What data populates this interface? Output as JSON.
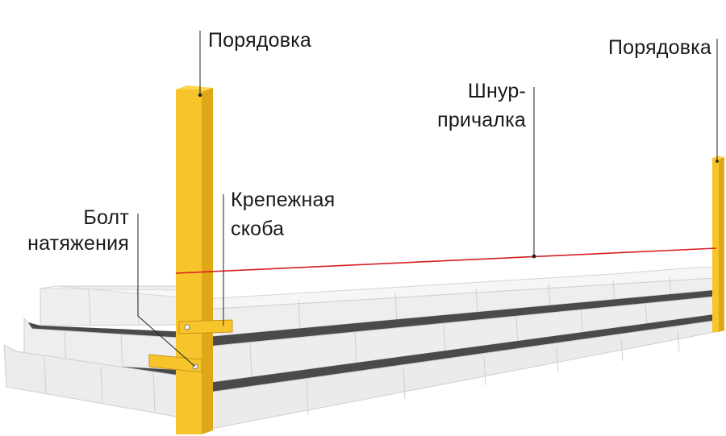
{
  "labels": {
    "post_left": "Порядовка",
    "post_right": "Порядовка",
    "cord_line1": "Шнур-",
    "cord_line2": "причалка",
    "bracket_line1": "Крепежная",
    "bracket_line2": "скоба",
    "bolt_line1": "Болт",
    "bolt_line2": "натяжения"
  },
  "colors": {
    "post": "#f7c52b",
    "post_shade": "#dea816",
    "cord": "#d81e1e",
    "block_front": "#eeeeee",
    "block_top": "#f7f7f7",
    "mortar": "#4a4a4a",
    "block_edge": "#c9c9c9"
  }
}
